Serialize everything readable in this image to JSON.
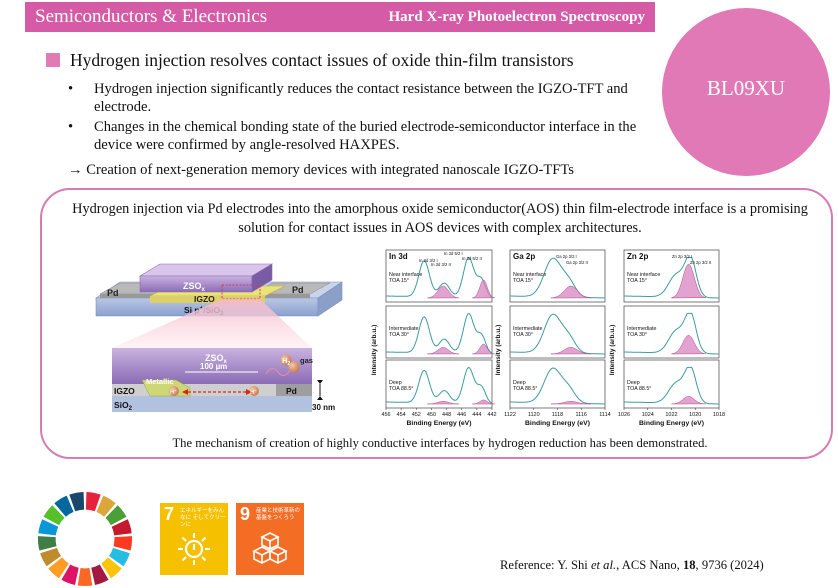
{
  "header": {
    "category": "Semiconductors & Electronics",
    "technique": "Hard X-ray Photoelectron Spectroscopy"
  },
  "beamline": "BL09XU",
  "headline": "Hydrogen injection resolves contact issues of oxide thin-film transistors",
  "bullets": [
    "Hydrogen injection significantly reduces the contact resistance between the IGZO-TFT and electrode.",
    "Changes in the chemical bonding state of the buried electrode-semiconductor interface in the device were confirmed by angle-resolved HAXPES."
  ],
  "conclusion": "→ Creation of next-generation memory devices with integrated nanoscale IGZO-TFTs",
  "panel": {
    "intro": "Hydrogen injection via Pd electrodes into the amorphous oxide semiconductor(AOS) thin film-electrode interface is a promising solution for contact issues in AOS devices with complex architectures.",
    "caption": "The mechanism of creation of highly conductive interfaces by hydrogen reduction has been demonstrated."
  },
  "device": {
    "top": {
      "zso": "ZSO",
      "zso_sub": "x",
      "pd_left": "Pd",
      "pd_right": "Pd",
      "igzo": "IGZO",
      "substrate": "Si p",
      "substrate_sup": "+",
      "substrate_tail": "/SiO",
      "substrate_sub": "2"
    },
    "bottom": {
      "zso": "ZSO",
      "zso_sub": "x",
      "h2": "H",
      "h2_sub": "2",
      "h2_tail": " gas",
      "metallic": "Metallic",
      "distance": "100 µm",
      "igzo": "IGZO",
      "sio2": "SiO",
      "sio2_sub": "2",
      "pd": "Pd",
      "thickness": "30 nm",
      "hplus": "H",
      "hplus_sup": "+"
    }
  },
  "chart_data": [
    {
      "type": "line",
      "title": "In 3d",
      "xlabel": "Binding Energy (eV)",
      "ylabel": "Intensity (arb.u.)",
      "xlim": [
        456,
        442
      ],
      "xticks": [
        "456",
        "454",
        "452",
        "450",
        "448",
        "446",
        "444",
        "442"
      ],
      "peak_labels": [
        "In 3d 3/2 I",
        "In 3d 3/2 II",
        "In 3d 5/2 I",
        "In 3d 5/2 II"
      ],
      "panels": [
        {
          "label": "Near interface",
          "angle": "TOA 15°"
        },
        {
          "label": "Intermediate",
          "angle": "TOA 30°"
        },
        {
          "label": "Deep",
          "angle": "TOA 88.5°"
        }
      ]
    },
    {
      "type": "line",
      "title": "Ga 2p",
      "xlabel": "Binding Energy (eV)",
      "ylabel": "Intensity (arb.u.)",
      "xlim": [
        1122,
        1114
      ],
      "xticks": [
        "1122",
        "1120",
        "1118",
        "1116",
        "1114"
      ],
      "peak_labels": [
        "Ga 2p 3/2 I",
        "Ga 2p 3/2 II"
      ],
      "panels": [
        {
          "label": "Near interface",
          "angle": "TOA 15°"
        },
        {
          "label": "Intermediate",
          "angle": "TOA 30°"
        },
        {
          "label": "Deep",
          "angle": "TOA 88.5°"
        }
      ]
    },
    {
      "type": "line",
      "title": "Zn 2p",
      "xlabel": "Binding Energy (eV)",
      "ylabel": "Intensity (arb.u.)",
      "xlim": [
        1026,
        1018
      ],
      "xticks": [
        "1026",
        "1024",
        "1022",
        "1020",
        "1018"
      ],
      "peak_labels": [
        "Zn 2p 3/2 I",
        "Zn 2p 3/2 II"
      ],
      "panels": [
        {
          "label": "Near interface",
          "angle": "TOA 15°"
        },
        {
          "label": "Intermediate",
          "angle": "TOA 30°"
        },
        {
          "label": "Deep",
          "angle": "TOA 88.5°"
        }
      ]
    }
  ],
  "sdg": [
    {
      "number": "7",
      "caption": "エネルギーをみんなに そしてクリーンに",
      "color": "#f4c000",
      "icon": "sun-power-icon"
    },
    {
      "number": "9",
      "caption": "産業と技術革新の 基盤をつくろう",
      "color": "#f36d25",
      "icon": "cubes-icon"
    }
  ],
  "colors": {
    "brand": "#d65ba6",
    "circle": "#e079b5",
    "spectrum_teal": "#3d9c9f",
    "spectrum_fill": "#d884c0"
  },
  "reference": {
    "prefix": "Reference: Y. Shi ",
    "etal": "et al.",
    "journal": ", ACS Nano, ",
    "volume": "18",
    "pages": ", 9736 (2024)"
  }
}
